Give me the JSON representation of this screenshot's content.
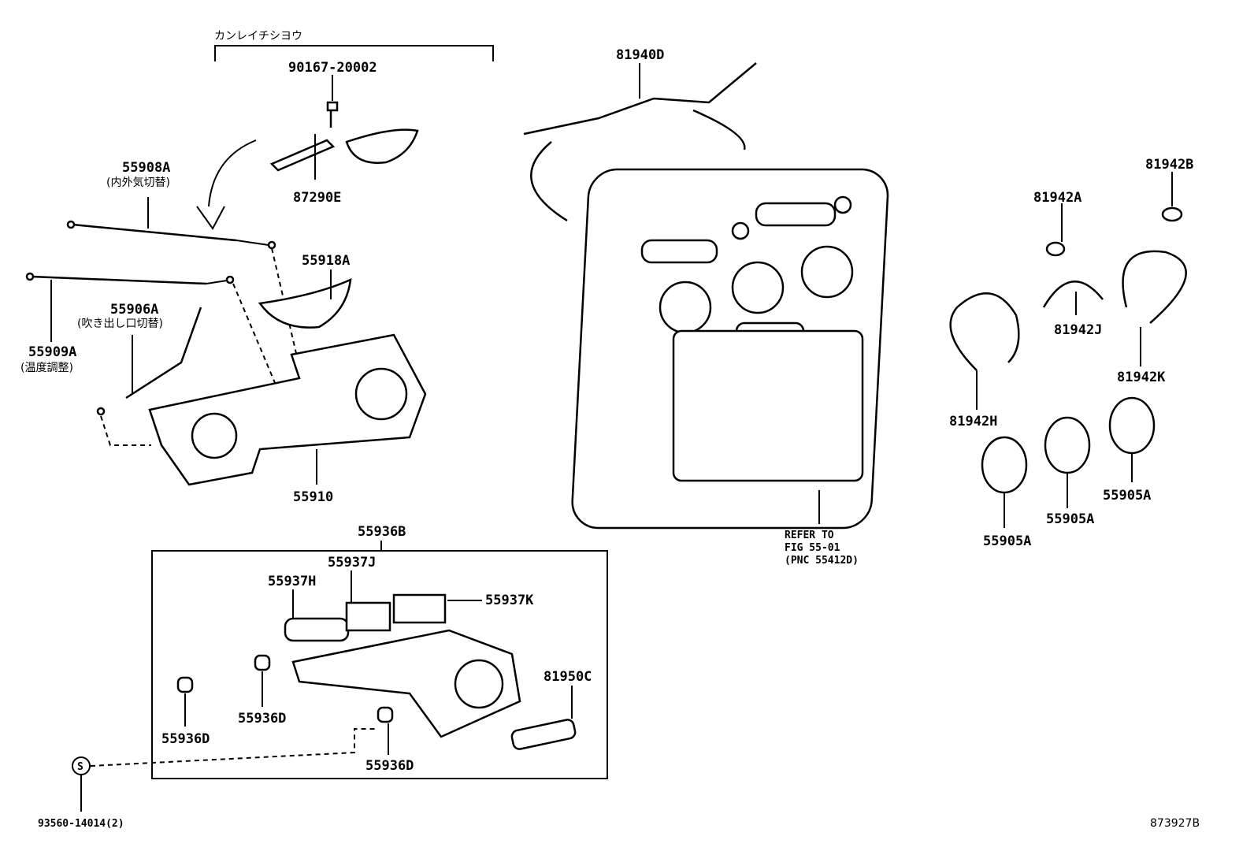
{
  "header_bracket_label": "カンレイチシヨウ",
  "parts": {
    "screw": "90167-20002",
    "clip": "87290E",
    "cable_fresh": "55908A",
    "cable_fresh_note": "(内外気切替)",
    "lever": "55918A",
    "cable_mode": "55906A",
    "cable_mode_note": "(吹き出し口切替)",
    "cable_temp": "55909A",
    "cable_temp_note": "(温度調整)",
    "control_assy": "55910",
    "harness": "81940D",
    "refer_line1": "REFER TO",
    "refer_line2": "FIG 55-01",
    "refer_line3": "(PNC 55412D)",
    "plate_b": "81942B",
    "plate_a": "81942A",
    "plate_j": "81942J",
    "plate_k": "81942K",
    "plate_h": "81942H",
    "knob_1": "55905A",
    "knob_2": "55905A",
    "knob_3": "55905A",
    "switch_assy": "55936B",
    "switch_j": "55937J",
    "switch_h": "55937H",
    "switch_k": "55937K",
    "indicator": "81950C",
    "bulb_1": "55936D",
    "bulb_2": "55936D",
    "bulb_3": "55936D",
    "symbol_s": "S",
    "bulb_spec": "93560-14014(2)"
  },
  "figure_id": "873927B"
}
